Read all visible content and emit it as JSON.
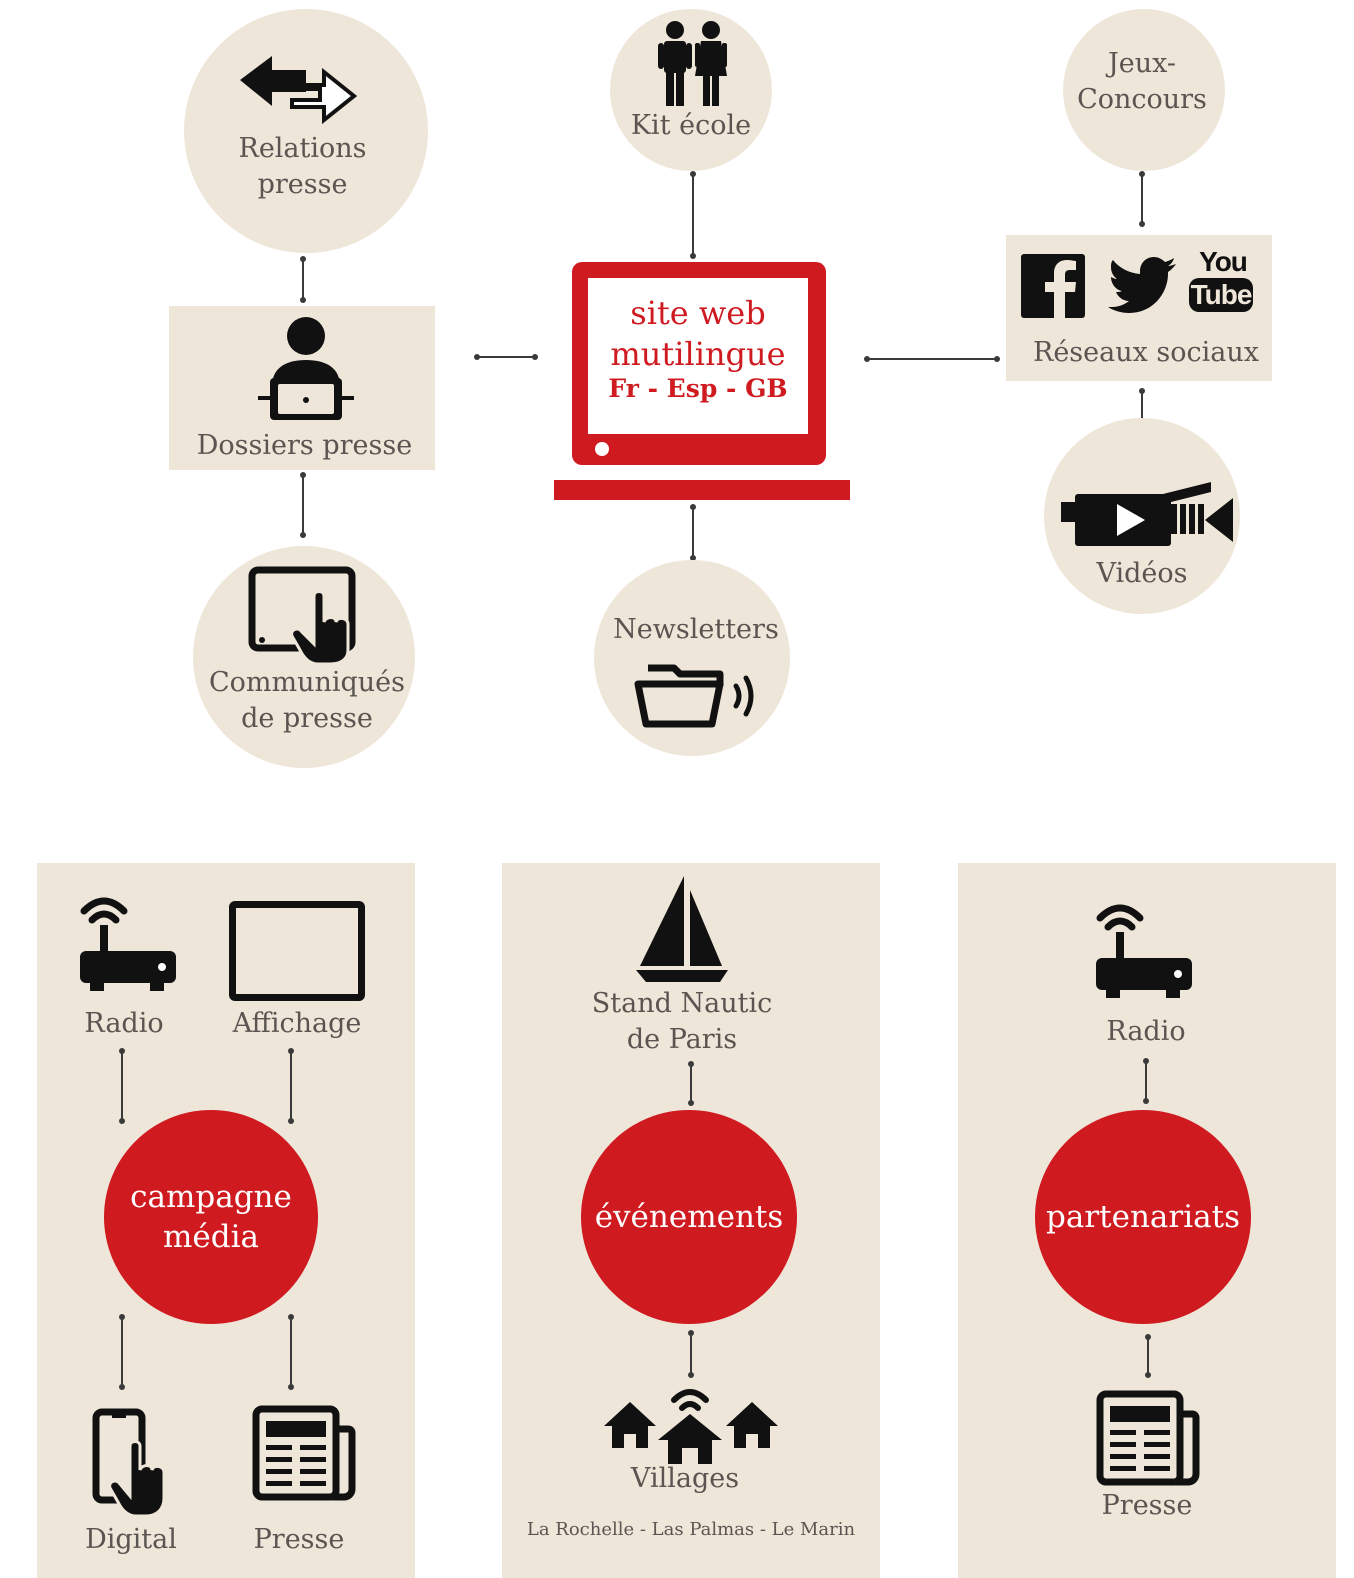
{
  "colors": {
    "beige": "#efe6da",
    "red": "#cf1a20",
    "dark": "#111111",
    "label": "#5a5550"
  },
  "top": {
    "relations": {
      "label1": "Relations",
      "label2": "presse",
      "icon": "exchange-arrows-icon"
    },
    "dossiers": {
      "label": "Dossiers presse",
      "icon": "person-laptop-icon"
    },
    "communiques": {
      "label1": "Communiqués",
      "label2": "de presse",
      "icon": "tablet-touch-icon"
    },
    "kit": {
      "label": "Kit école",
      "icon": "children-icon"
    },
    "site": {
      "line1": "site web",
      "line2": "mutilingue",
      "line3": "Fr - Esp - GB",
      "icon": "laptop-icon"
    },
    "newsletters": {
      "label": "Newsletters",
      "icon": "folder-sound-icon"
    },
    "jeux": {
      "label1": "Jeux-",
      "label2": "Concours"
    },
    "reseaux": {
      "label": "Réseaux sociaux",
      "icons": [
        "facebook-icon",
        "twitter-icon",
        "youtube-icon"
      ],
      "youtube_you": "You",
      "youtube_tube": "Tube"
    },
    "videos": {
      "label": "Vidéos",
      "icon": "video-camera-icon"
    }
  },
  "panels": {
    "campagne": {
      "title1": "campagne",
      "title2": "média",
      "radio": "Radio",
      "affichage": "Affichage",
      "digital": "Digital",
      "presse": "Presse"
    },
    "evenements": {
      "title": "événements",
      "stand1": "Stand Nautic",
      "stand2": "de Paris",
      "villages": "Villages",
      "villages_list": "La Rochelle - Las Palmas - Le Marin"
    },
    "partenariats": {
      "title": "partenariats",
      "radio": "Radio",
      "presse": "Presse"
    }
  }
}
